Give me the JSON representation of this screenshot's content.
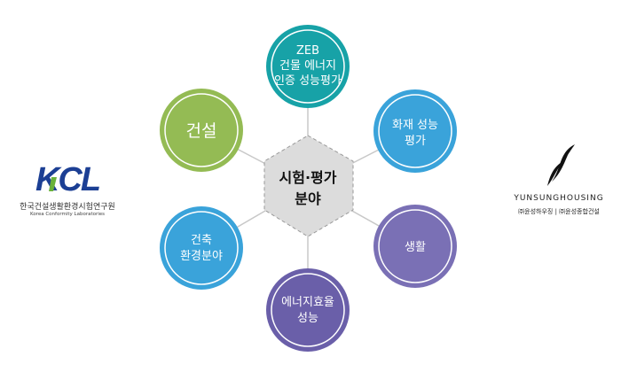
{
  "center": {
    "line1": "시험·평가",
    "line2": "분야"
  },
  "nodes": {
    "zeb": {
      "lines": [
        "ZEB",
        "건물 에너지",
        "인증 성능평가"
      ],
      "color": "#17a2a7"
    },
    "fire": {
      "lines": [
        "화재 성능",
        "평가"
      ],
      "color": "#3aa3da"
    },
    "living": {
      "lines": [
        "생활"
      ],
      "color": "#7a70b5"
    },
    "energy": {
      "lines": [
        "에너지효율",
        "성능"
      ],
      "color": "#6a5fa9"
    },
    "env": {
      "lines": [
        "건축",
        "환경분야"
      ],
      "color": "#3aa3da"
    },
    "construction": {
      "lines": [
        "건설"
      ],
      "color": "#94bb54"
    }
  },
  "logos": {
    "kcl": {
      "mark": "KCL",
      "name_ko": "한국건설생활환경시험연구원",
      "name_en": "Korea Conformity Laboratories"
    },
    "yunsung": {
      "name_en": "YUNSUNGHOUSING",
      "name_ko": "㈜윤성하우징 | ㈜윤성종합건설"
    }
  }
}
